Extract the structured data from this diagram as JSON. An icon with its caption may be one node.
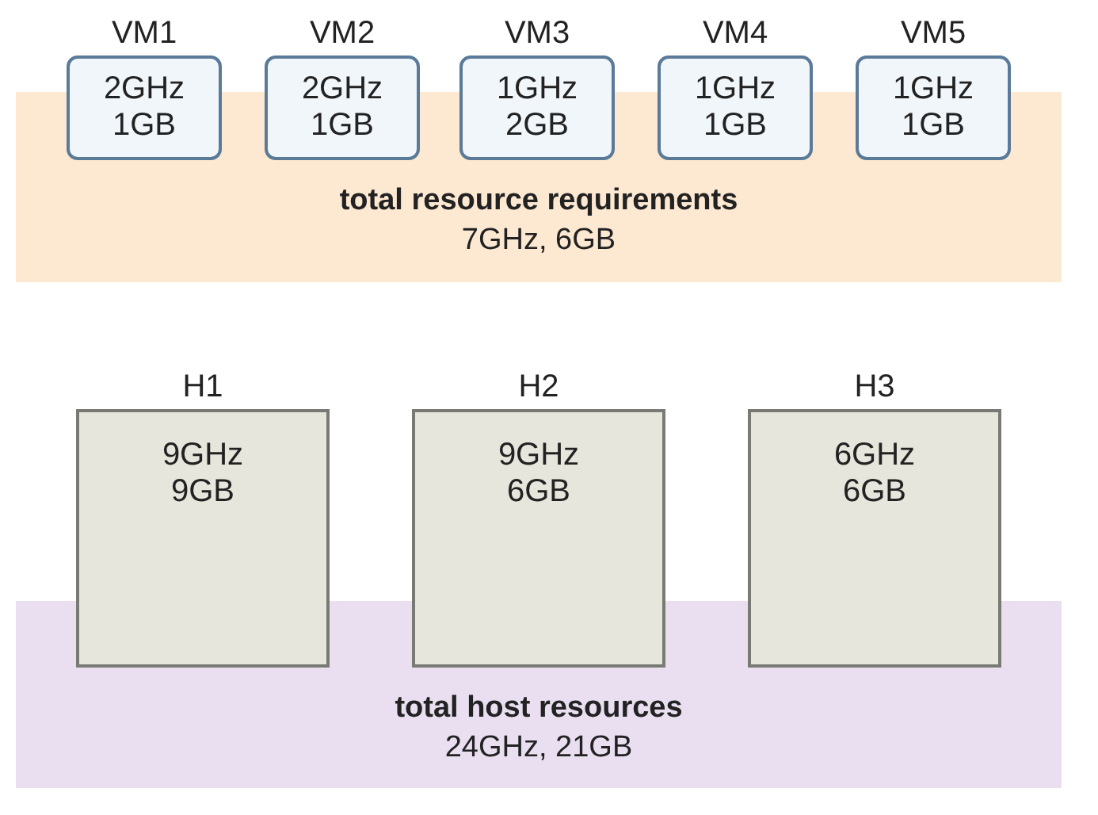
{
  "diagram": {
    "nodes": [
      {
        "text": [
          "VM1",
          "2GHz 1GB"
        ]
      },
      {
        "text": [
          "VM2",
          "2GHz 1GB"
        ]
      },
      {
        "text": [
          "VM3",
          "1GHz 2GB"
        ]
      },
      {
        "text": [
          "VM4",
          "1GHz 1GB"
        ]
      },
      {
        "text": [
          "VM5",
          "1GHz 1GB"
        ]
      },
      {
        "text": [
          "total resource requirements",
          "7GHz, 6GB"
        ]
      },
      {
        "text": [
          "H1",
          "9GHz 9GB"
        ]
      },
      {
        "text": [
          "H2",
          "9GHz 6GB"
        ]
      },
      {
        "text": [
          "H3",
          "6GHz 6GB"
        ]
      },
      {
        "text": [
          "total host resources",
          "24GHz, 21GB"
        ]
      }
    ]
  }
}
